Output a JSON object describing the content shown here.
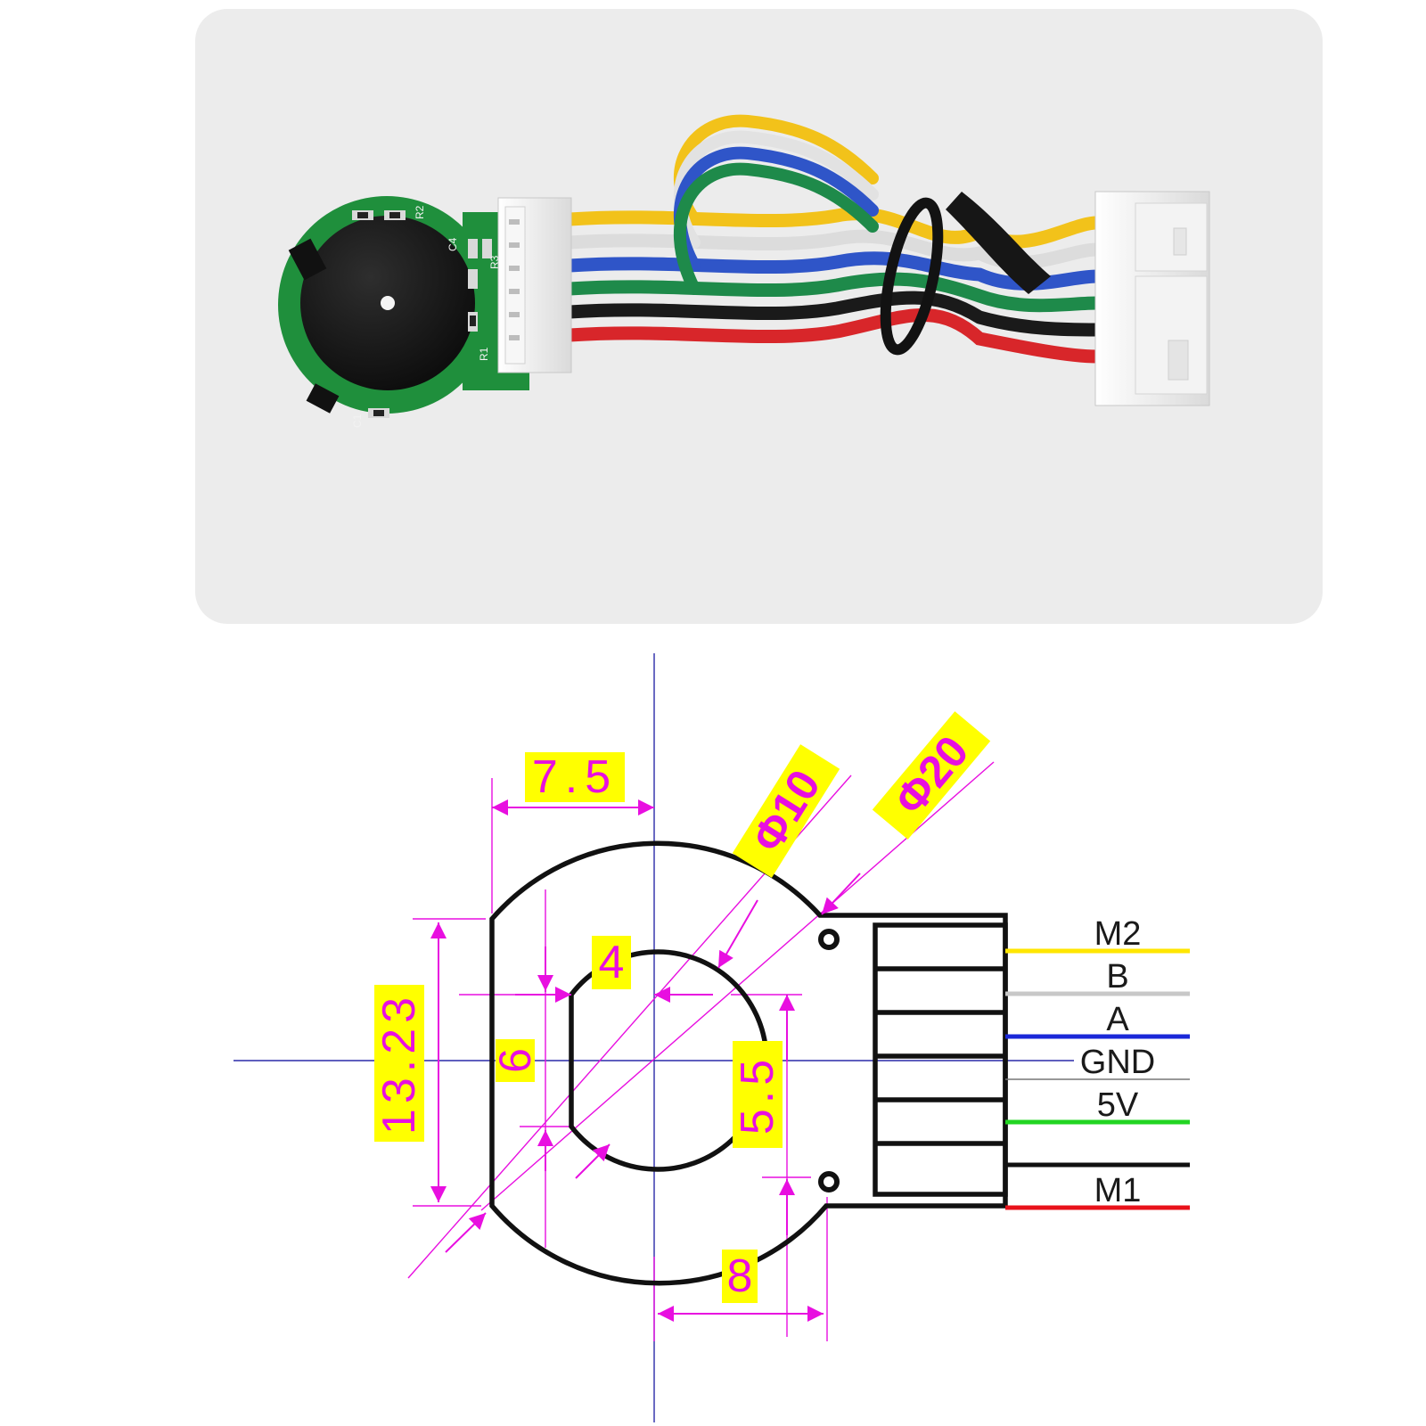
{
  "photo": {
    "silkscreen": [
      "R2",
      "C4",
      "R3",
      "R1",
      "C1"
    ],
    "wire_colors": [
      "#f2c21a",
      "#f2f2f2",
      "#2f55c8",
      "#1e8a4a",
      "#1a1a1a",
      "#d8262a"
    ]
  },
  "drawing": {
    "dims": {
      "top_width": "7.5",
      "inner_dia": "Φ10",
      "outer_dia": "Φ20",
      "flat_half": "4",
      "inner_height": "6",
      "outer_height": "13.23",
      "ear_offset": "5.5",
      "tab_offset": "8"
    },
    "colors": {
      "dimension": "#e80fe0",
      "label_bg": "#ffff00",
      "center_line": "#2a2aa8"
    },
    "pins": [
      {
        "label": "M2",
        "color": "#ffe600"
      },
      {
        "label": "B",
        "color": "#c8c8c8"
      },
      {
        "label": "A",
        "color": "#1a28d8"
      },
      {
        "label": "GND",
        "color": "#ffffff"
      },
      {
        "label": "5V",
        "color": "#22d522"
      },
      {
        "label": "",
        "color": "#111111"
      },
      {
        "label": "M1",
        "color": "#e8121a"
      }
    ]
  }
}
